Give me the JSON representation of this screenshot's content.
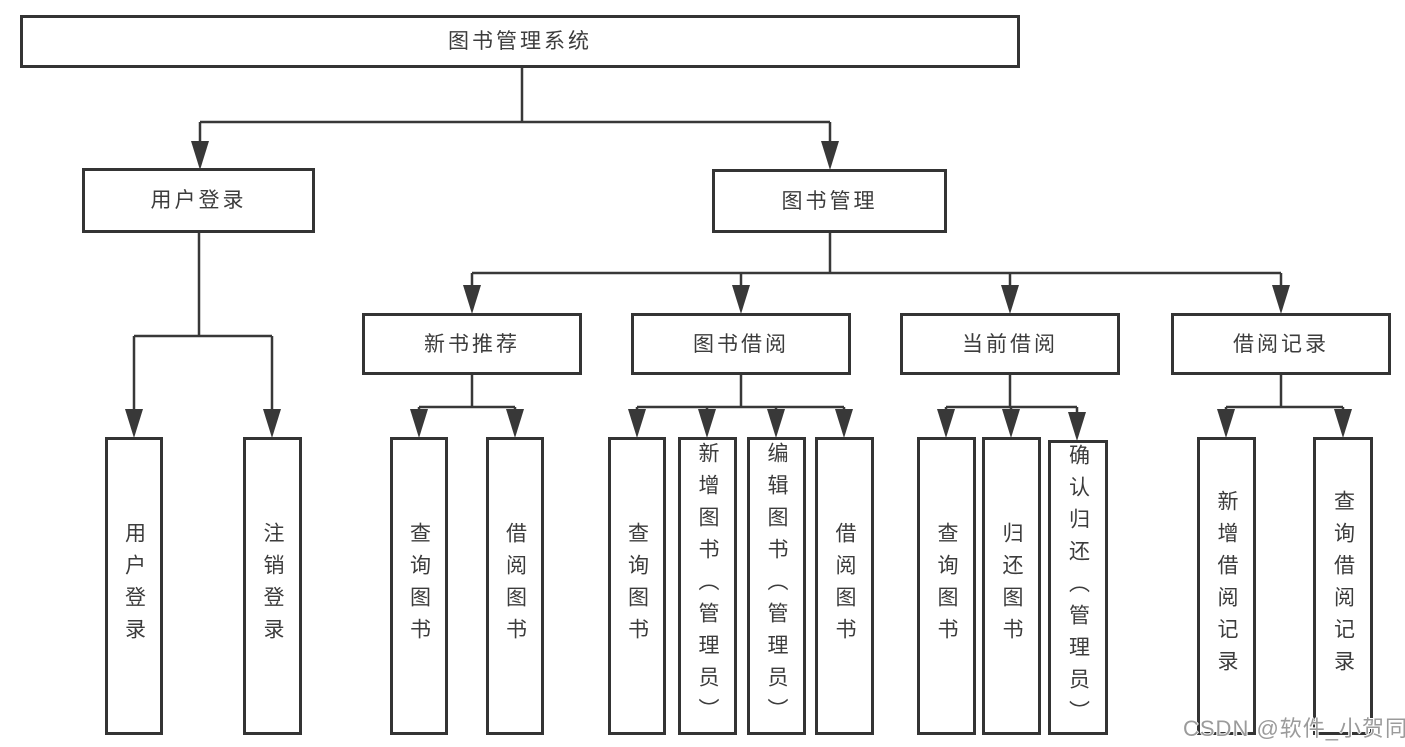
{
  "diagram": {
    "title": "图书管理系统",
    "user_login": {
      "label": "用户登录",
      "children": [
        "用户登录",
        "注销登录"
      ]
    },
    "book_management": {
      "label": "图书管理",
      "modules": [
        {
          "label": "新书推荐",
          "children": [
            "查询图书",
            "借阅图书"
          ]
        },
        {
          "label": "图书借阅",
          "children": [
            "查询图书",
            "新增图书（管理员）",
            "编辑图书（管理员）",
            "借阅图书"
          ]
        },
        {
          "label": "当前借阅",
          "children": [
            "查询图书",
            "归还图书",
            "确认归还（管理员）"
          ]
        },
        {
          "label": "借阅记录",
          "children": [
            "新增借阅记录",
            "查询借阅记录"
          ]
        }
      ]
    }
  },
  "watermark": "CSDN @软件_小贺同学",
  "colors": {
    "line": "#383838",
    "box_border": "#343434",
    "text": "#3c3c3c",
    "watermark": "#9b9b9b",
    "background": "#ffffff"
  }
}
